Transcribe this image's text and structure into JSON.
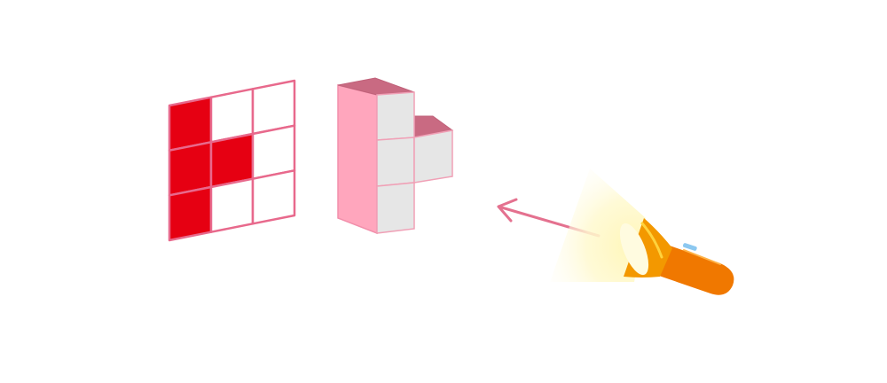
{
  "colors": {
    "background": "#ffffff",
    "grid_line": "#e8698c",
    "shadow_fill": "#e60012",
    "empty_fill": "#ffffff",
    "block_face": "#e6e6e6",
    "block_side": "#ffa6bd",
    "block_top": "#c96a82",
    "arrow": "#e4718f",
    "flashlight_body": "#f07800",
    "flashlight_head": "#f39800",
    "flashlight_rim": "#ffd23c",
    "beam": "#fff6b8",
    "switch": "#8cc8f0"
  },
  "shadow_grid": {
    "rows": 3,
    "cols": 3,
    "filled": [
      [
        true,
        false,
        false
      ],
      [
        true,
        true,
        false
      ],
      [
        true,
        false,
        false
      ]
    ]
  },
  "block_figure": {
    "front_column_cubes": 3,
    "side_cube_row": 2
  },
  "arrow": {
    "direction": "left",
    "icon": "arrow-left-icon"
  },
  "light_source": {
    "icon": "flashlight-icon",
    "beam_direction": "left"
  }
}
